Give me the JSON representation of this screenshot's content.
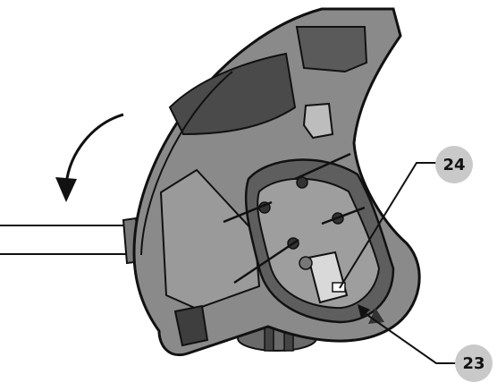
{
  "callouts": [
    {
      "id": "callout-24",
      "label": "24"
    },
    {
      "id": "callout-23",
      "label": "23"
    }
  ],
  "colors": {
    "guard_fill": "#8a8a8a",
    "guard_dark": "#4a4a4a",
    "guard_light": "#bdbdbd",
    "outline": "#111111",
    "callout_badge": "#c9c9c9"
  },
  "icons": {
    "rotation": "curved-arrow-counterclockwise-icon",
    "fasteners": "screw-icon"
  }
}
